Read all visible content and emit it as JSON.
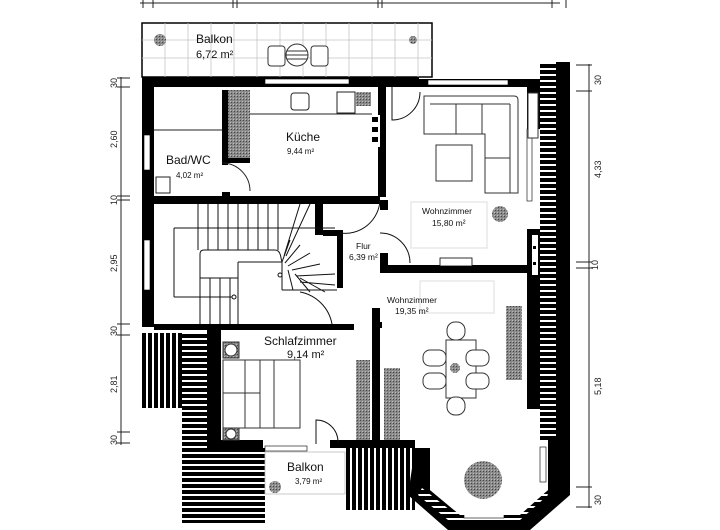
{
  "title": "Grundriss Obergeschoss",
  "rooms": [
    {
      "id": "balkon-top",
      "name": "Balkon",
      "area": "6,72 m²"
    },
    {
      "id": "kueche",
      "name": "Küche",
      "area": "9,44 m²"
    },
    {
      "id": "bad",
      "name": "Bad/WC",
      "area": "4,02 m²"
    },
    {
      "id": "wohnzimmer-1",
      "name": "Wohnzimmer",
      "area": "15,80 m²"
    },
    {
      "id": "flur",
      "name": "Flur",
      "area": "6,39 m²"
    },
    {
      "id": "wohnzimmer-2",
      "name": "Wohnzimmer",
      "area": "19,35 m²"
    },
    {
      "id": "schlafzimmer",
      "name": "Schlafzimmer",
      "area": "9,14 m²"
    },
    {
      "id": "balkon-bottom",
      "name": "Balkon",
      "area": "3,79 m²"
    }
  ],
  "dimensions": {
    "left": [
      "30",
      "2,60",
      "10",
      "2,95",
      "30",
      "2,81",
      "30"
    ],
    "right": [
      "30",
      "4,33",
      "10",
      "5,18",
      "30"
    ]
  },
  "colors": {
    "wall": "#000000",
    "hatch": "#7a7a7a",
    "tile_line": "#bdbdbd",
    "text": "#111111"
  }
}
